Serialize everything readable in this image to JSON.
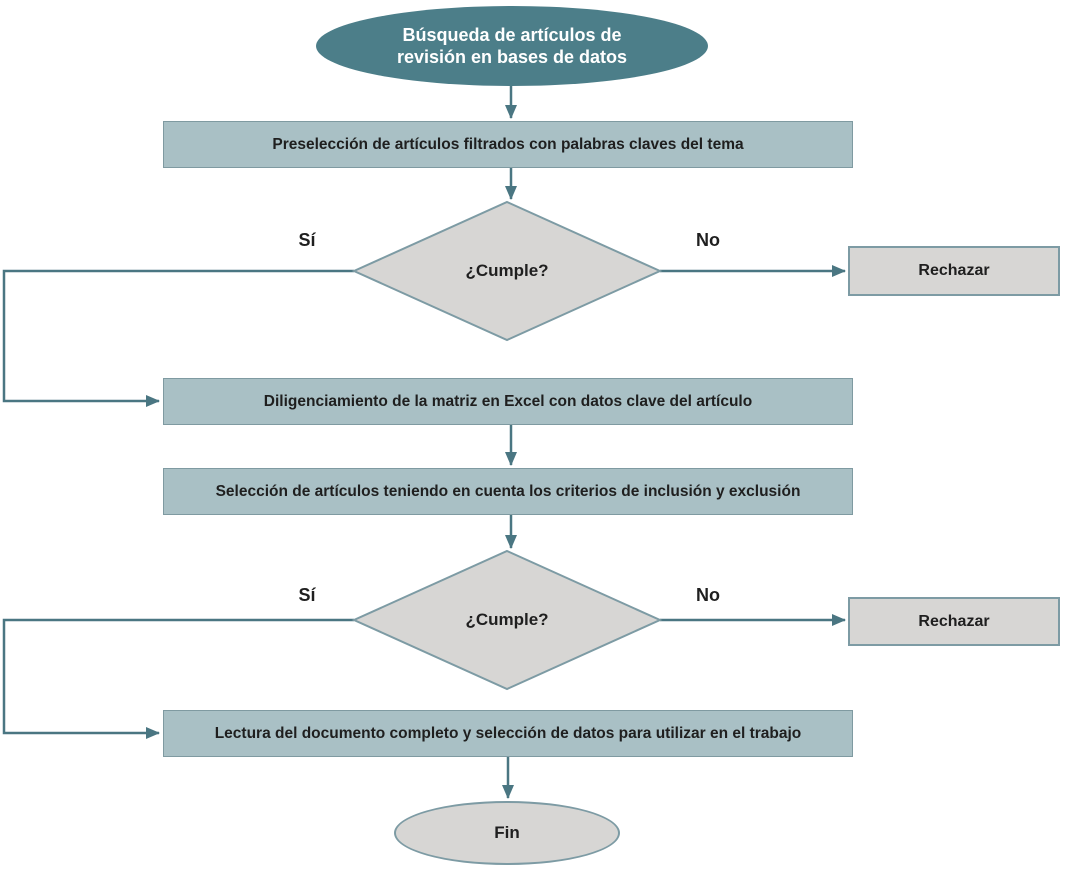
{
  "flowchart": {
    "start": {
      "label": "Búsqueda de artículos de revisión en bases de datos"
    },
    "steps": [
      {
        "label": "Preselección de artículos filtrados con palabras claves del tema"
      },
      {
        "label": "Diligenciamiento de la matriz en Excel con datos clave del artículo"
      },
      {
        "label": "Selección de artículos teniendo en cuenta los criterios de inclusión y exclusión"
      },
      {
        "label": "Lectura del documento completo y selección de datos para utilizar en el trabajo"
      }
    ],
    "decisions": [
      {
        "label": "¿Cumple?",
        "yes_label": "Sí",
        "no_label": "No"
      },
      {
        "label": "¿Cumple?",
        "yes_label": "Sí",
        "no_label": "No"
      }
    ],
    "rejects": [
      {
        "label": "Rechazar"
      },
      {
        "label": "Rechazar"
      }
    ],
    "end": {
      "label": "Fin"
    },
    "colors": {
      "start_fill": "#4c7e89",
      "start_text": "#ffffff",
      "process_fill": "#a9c0c5",
      "process_border": "#7f9aa1",
      "decision_fill": "#d7d6d4",
      "decision_border": "#7d9ba4",
      "connector": "#4a7682",
      "text_dark": "#1f1f1f"
    }
  }
}
